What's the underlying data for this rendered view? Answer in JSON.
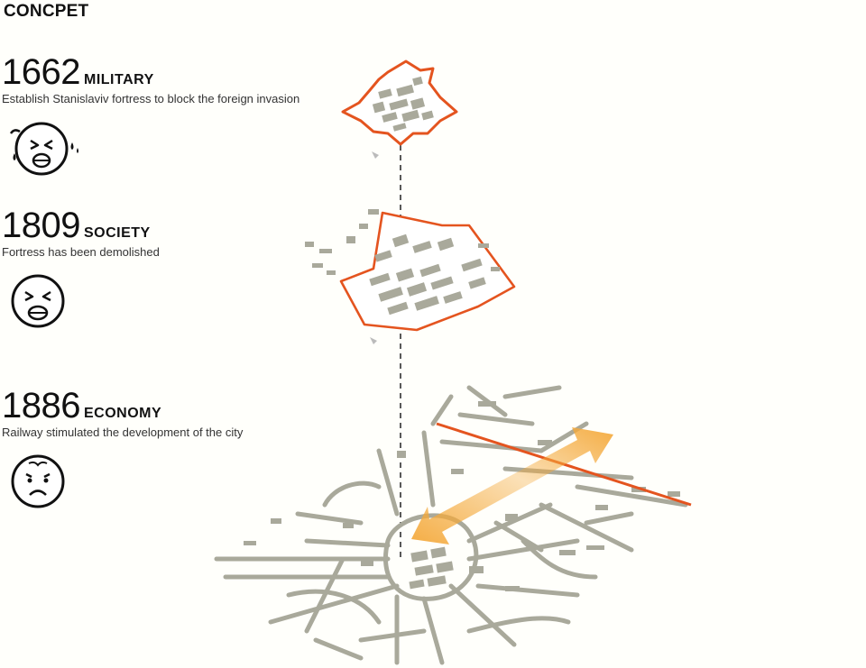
{
  "title": "CONCPET",
  "eras": [
    {
      "year": "1662",
      "label": "MILITARY",
      "description": "Establish Stanislaviv fortress to block the foreign invasion",
      "face": "crying-face-icon"
    },
    {
      "year": "1809",
      "label": "SOCIETY",
      "description": "Fortress has been demolished",
      "face": "crying-face-icon"
    },
    {
      "year": "1886",
      "label": "ECONOMY",
      "description": "Railway stimulated the development of the city",
      "face": "sad-face-icon"
    }
  ],
  "colors": {
    "outline": "#e4541f",
    "blocks": "#a9a99b",
    "arrow": "#f4a93b",
    "background": "#fffffb"
  }
}
